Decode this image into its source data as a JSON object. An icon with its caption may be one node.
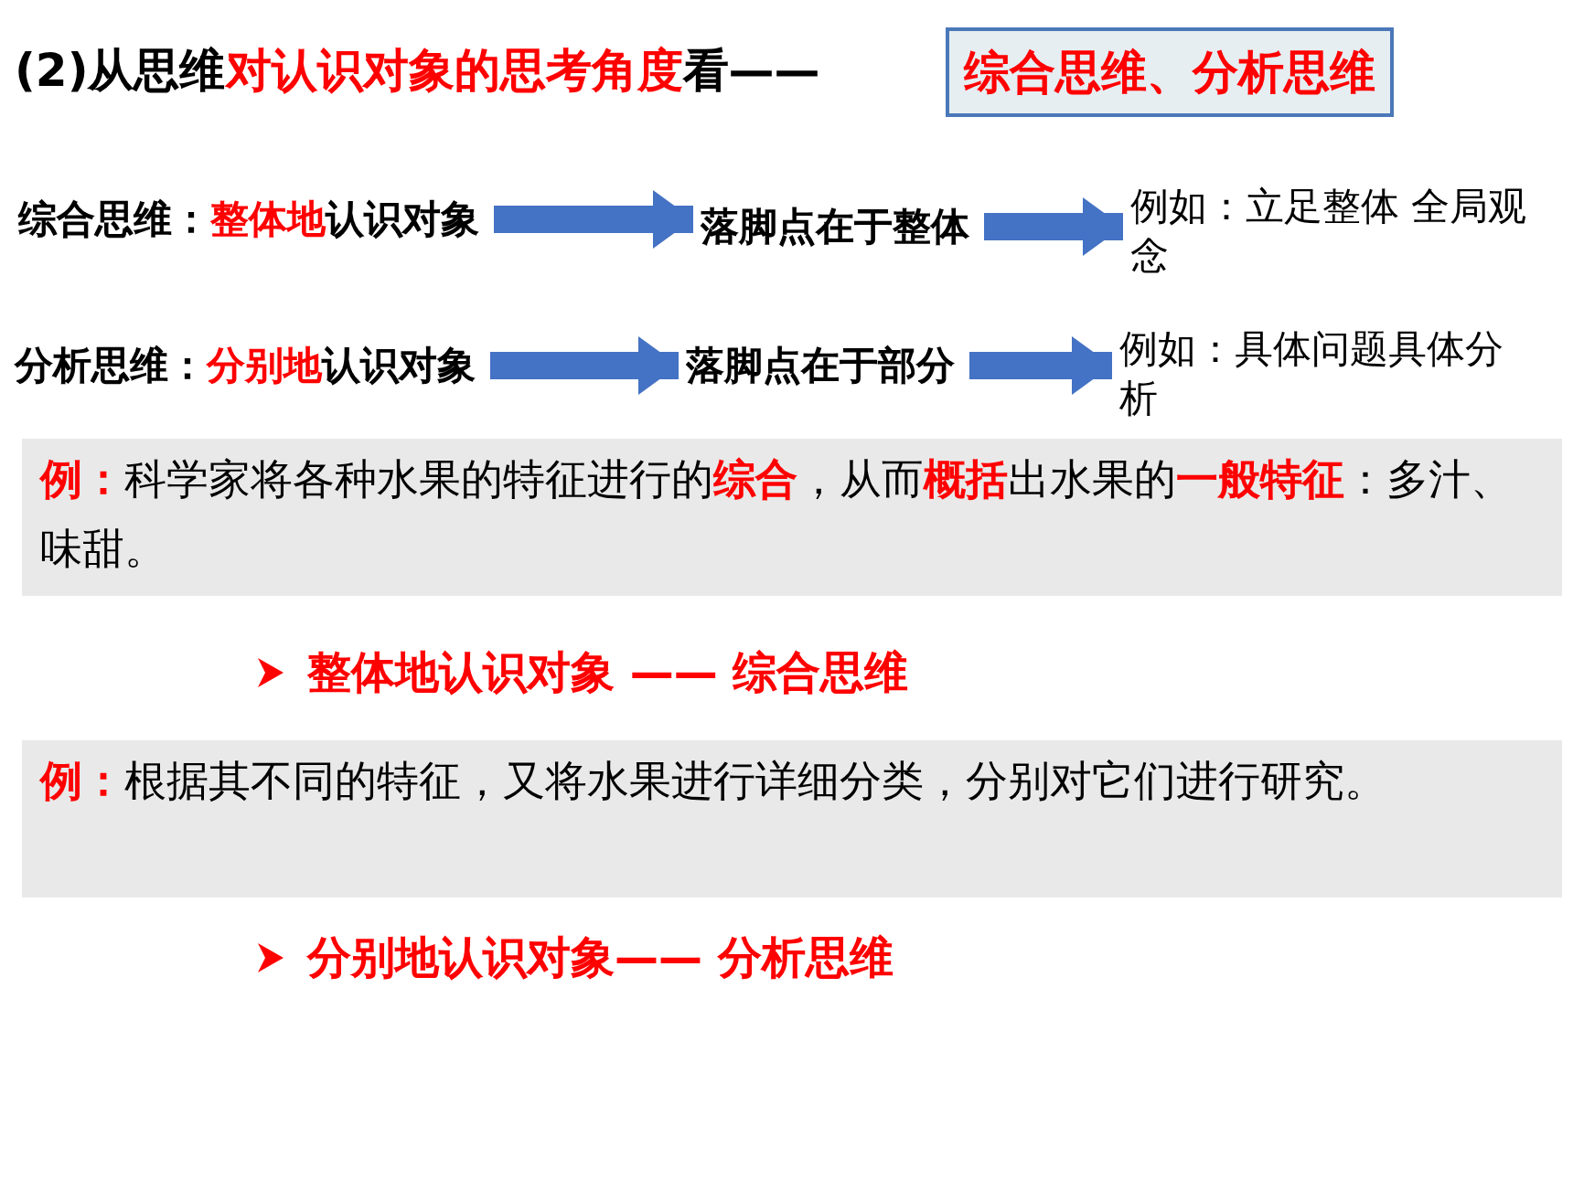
{
  "diagram": {
    "title": "(2)从思维**对认识对象的思考角度**看——",
    "nodes": [
      {
        "text": [
          "综合思维、分析思维"
        ]
      },
      {
        "text": [
          "综合思维：**整体地**认识对象"
        ]
      },
      {
        "text": [
          "落脚点在于整体"
        ]
      },
      {
        "text": [
          "例如：立足整体 全局观念"
        ]
      },
      {
        "text": [
          "分析思维：**分别地**认识对象"
        ]
      },
      {
        "text": [
          "落脚点在于部分"
        ]
      },
      {
        "text": [
          "例如：具体问题具体分析"
        ]
      },
      {
        "text": [
          "**例：**科学家将各种水果的特征进行的**综合**，从而**概括**出水果的**一般特征**：多汁、味甜。"
        ]
      },
      {
        "text": [
          "**例：**根据其不同的特征，又将水果进行详细分类，分别对它们进行研究。"
        ]
      }
    ],
    "edges": [
      {
        "from": 1,
        "to": 2,
        "arrow": "to"
      },
      {
        "from": 2,
        "to": 3,
        "arrow": "to"
      },
      {
        "from": 4,
        "to": 5,
        "arrow": "to"
      },
      {
        "from": 5,
        "to": 6,
        "arrow": "to"
      }
    ],
    "labels": [
      "整体地认识对象 ——  综合思维",
      "分别地认识对象——  分析思维"
    ]
  }
}
